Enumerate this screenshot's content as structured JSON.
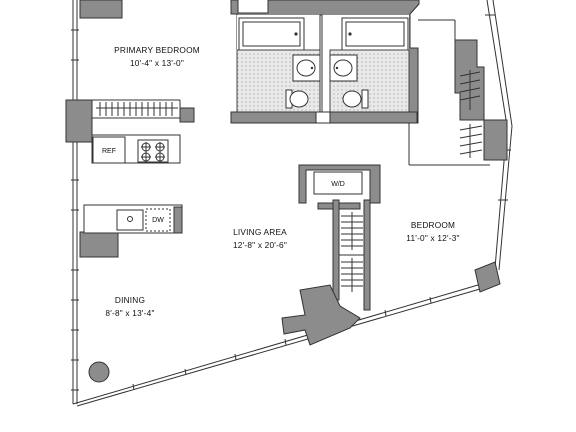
{
  "rooms": {
    "primary_bedroom": {
      "name": "PRIMARY BEDROOM",
      "dims": "10'-4\" x 13'-0\""
    },
    "living_area": {
      "name": "LIVING AREA",
      "dims": "12'-8\" x 20'-6\""
    },
    "bedroom": {
      "name": "BEDROOM",
      "dims": "11'-0\" x 12'-3\""
    },
    "dining": {
      "name": "DINING",
      "dims": "8'-8\" x 13'-4\""
    }
  },
  "fixtures": {
    "ref": "REF",
    "dw": "DW",
    "wd": "W/D"
  },
  "colors": {
    "wall": "#8c8c8c",
    "line": "#333333",
    "tile_bg": "#e9e9e9"
  }
}
